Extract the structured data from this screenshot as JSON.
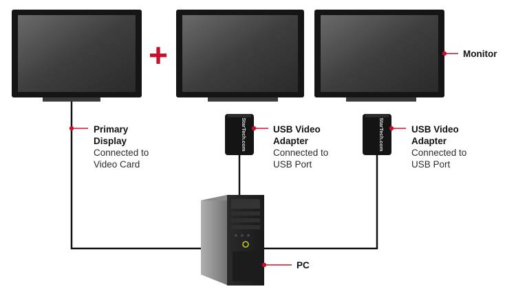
{
  "plus_sign": "+",
  "adapter_brand": "StarTech.com",
  "colors": {
    "accent": "#c8102e",
    "cable": "#111111",
    "bezel": "#151515"
  },
  "labels": {
    "monitor": "Monitor",
    "primary_title_1": "Primary",
    "primary_title_2": "Display",
    "primary_desc_1": "Connected to",
    "primary_desc_2": "Video Card",
    "usb1_title_1": "USB Video",
    "usb1_title_2": "Adapter",
    "usb1_desc_1": "Connected to",
    "usb1_desc_2": "USB Port",
    "usb2_title_1": "USB Video",
    "usb2_title_2": "Adapter",
    "usb2_desc_1": "Connected to",
    "usb2_desc_2": "USB Port",
    "pc": "PC"
  }
}
